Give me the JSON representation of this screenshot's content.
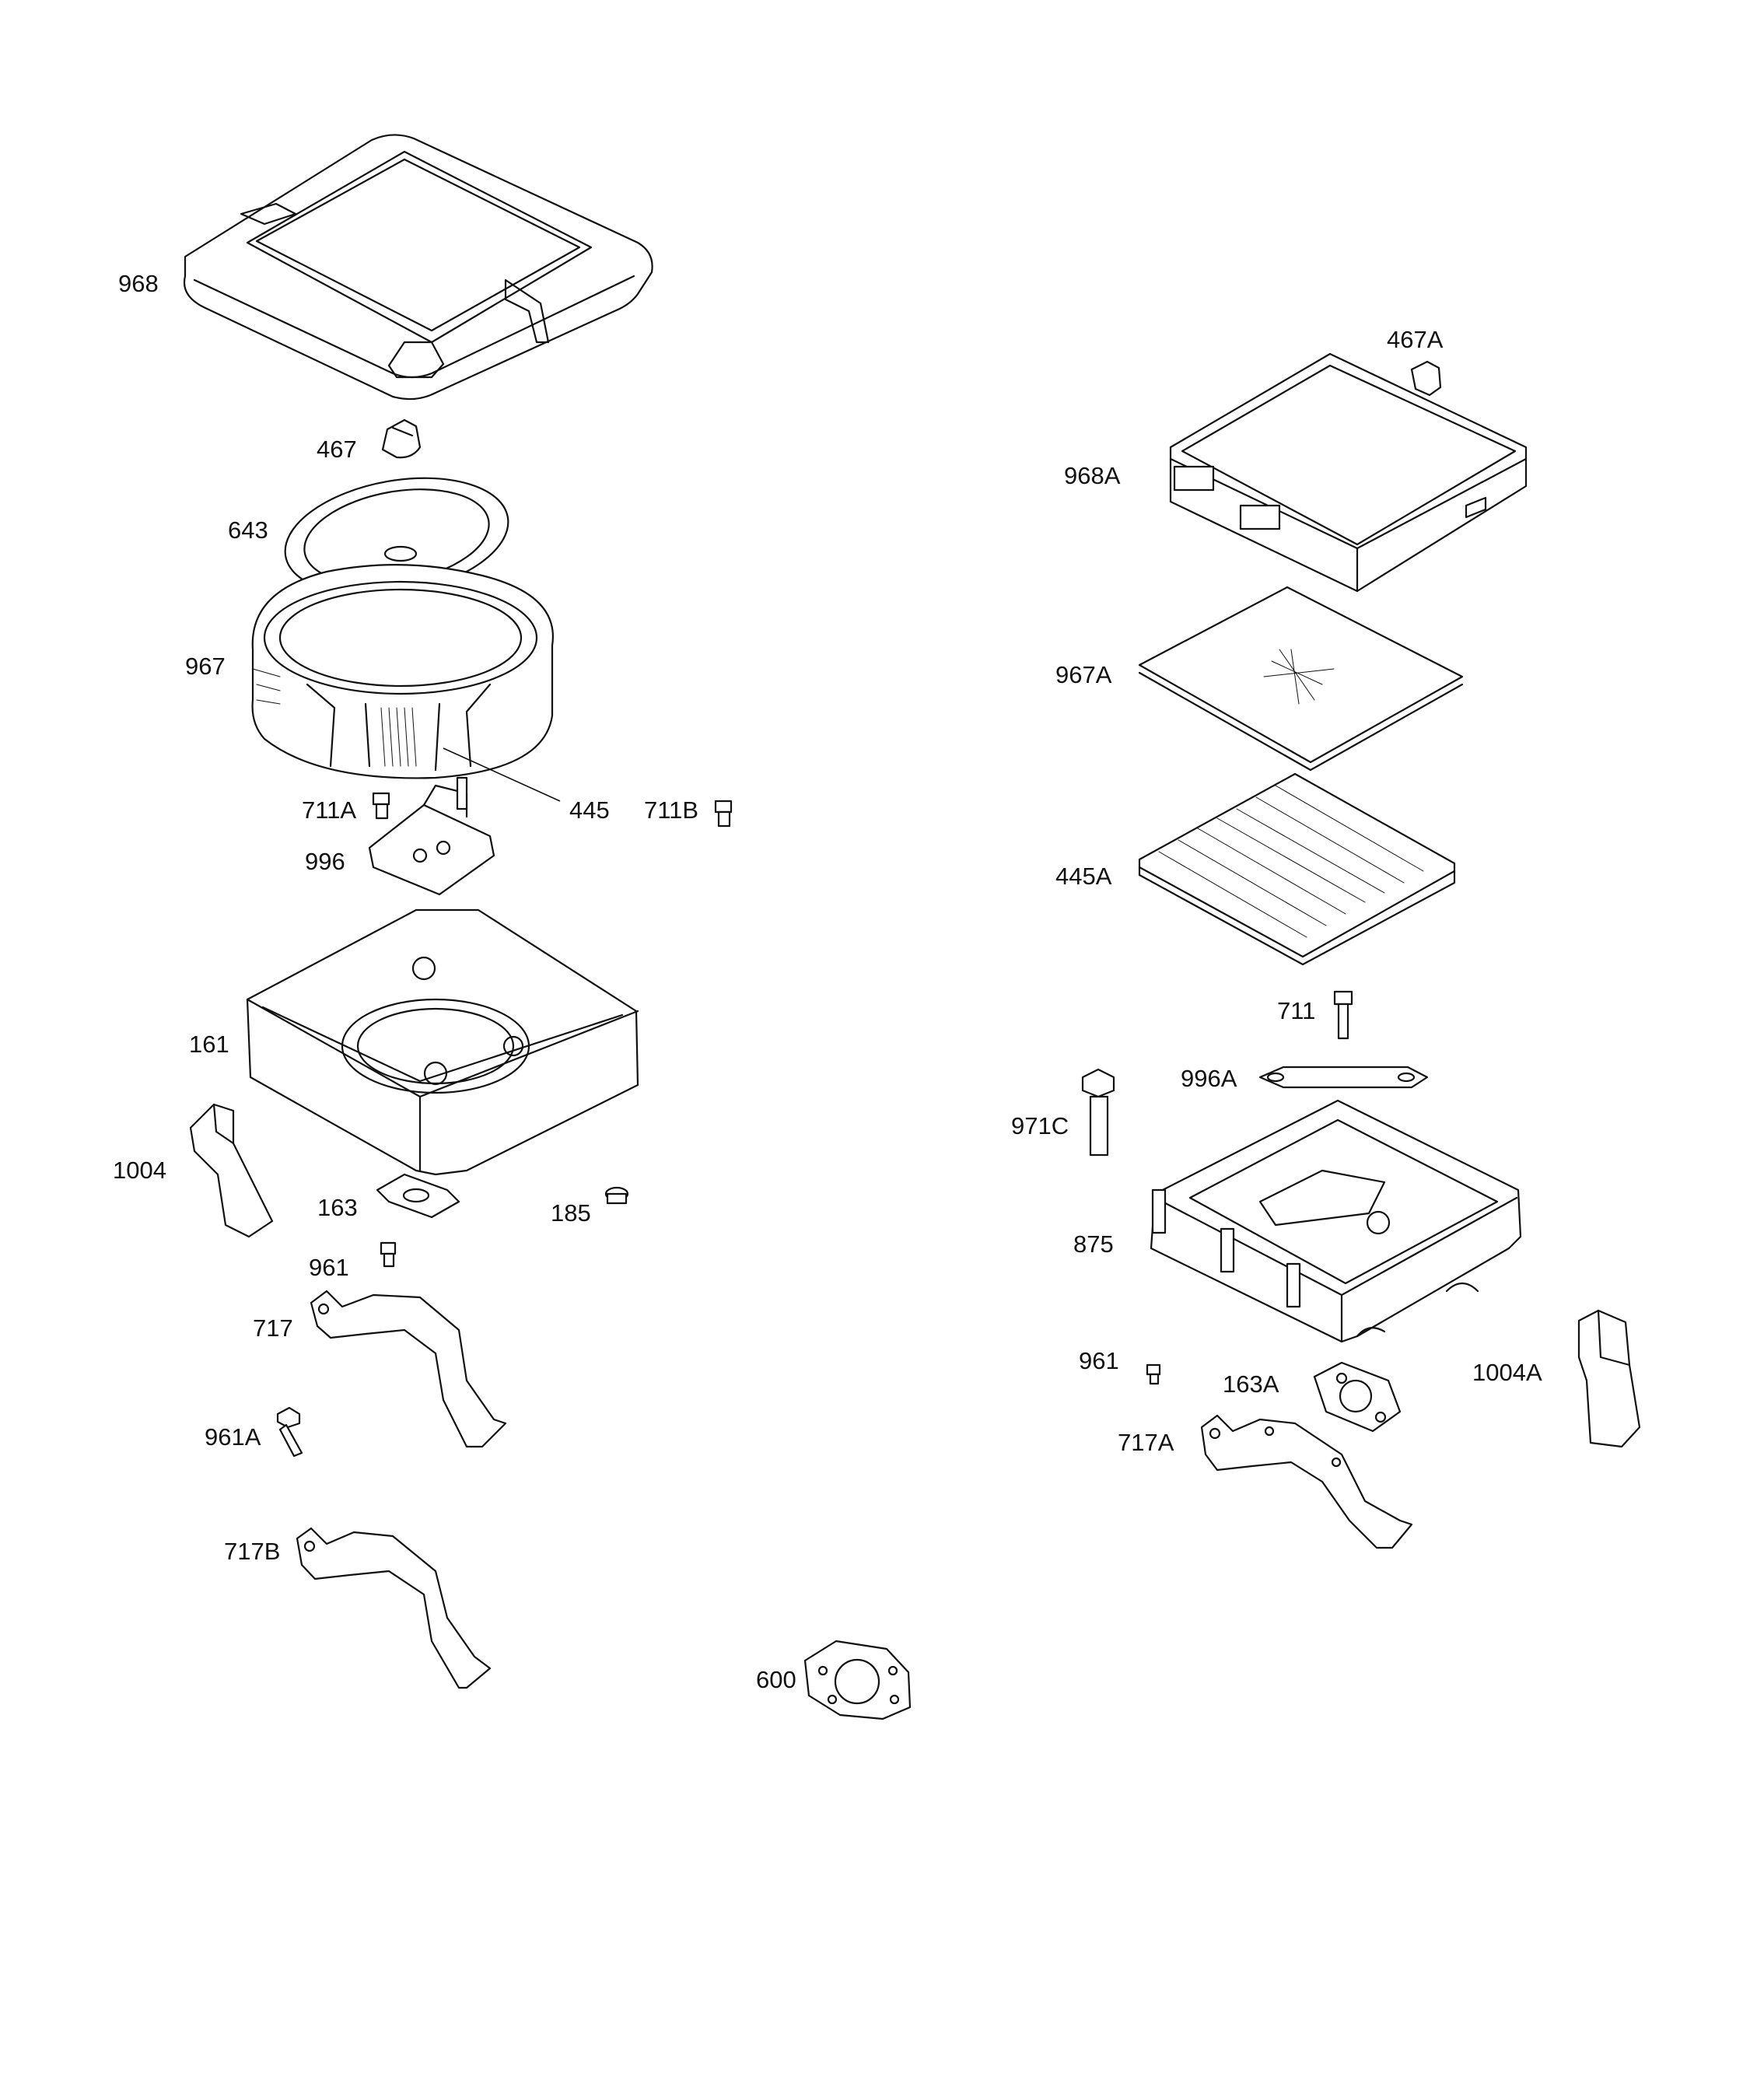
{
  "diagram": {
    "type": "exploded parts diagram",
    "callouts": {
      "c968": "968",
      "c467": "467",
      "c643": "643",
      "c967": "967",
      "c445": "445",
      "c711A": "711A",
      "c711B": "711B",
      "c996": "996",
      "c161": "161",
      "c1004": "1004",
      "c163": "163",
      "c185": "185",
      "c961_left": "961",
      "c717": "717",
      "c961A": "961A",
      "c717B": "717B",
      "c600": "600",
      "c467A": "467A",
      "c968A": "968A",
      "c967A": "967A",
      "c445A": "445A",
      "c711": "711",
      "c996A": "996A",
      "c971C": "971C",
      "c875": "875",
      "c961_right": "961",
      "c163A": "163A",
      "c1004A": "1004A",
      "c717A": "717A"
    }
  }
}
